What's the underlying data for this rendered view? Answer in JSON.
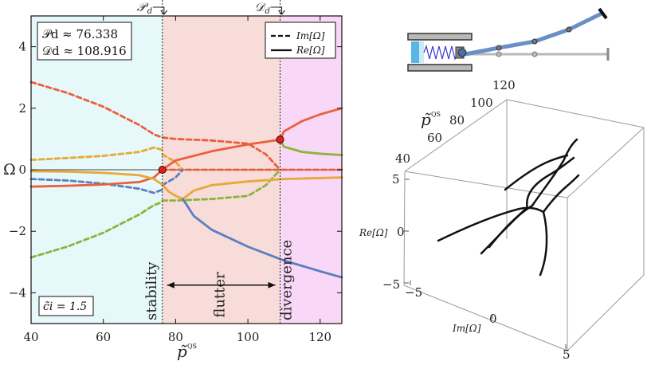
{
  "chart_data": [
    {
      "type": "line",
      "xlabel": "p̃",
      "xlabel_sup": "QS",
      "ylabel": "Ω",
      "xlim": [
        40,
        126
      ],
      "ylim": [
        -5,
        5
      ],
      "xticks": [
        40,
        60,
        80,
        100,
        120
      ],
      "yticks": [
        -4,
        -2,
        0,
        2,
        4
      ],
      "regions": [
        {
          "name": "stability",
          "x": [
            40,
            76.338
          ],
          "color": "#e6f8fa"
        },
        {
          "name": "flutter",
          "x": [
            76.338,
            108.916
          ],
          "color": "#f8dcd9"
        },
        {
          "name": "divergence",
          "x": [
            108.916,
            126
          ],
          "color": "#f8d8f6"
        }
      ],
      "thresholds": [
        {
          "label": "𝒫",
          "sub": "d",
          "x": 76.338
        },
        {
          "label": "𝒟",
          "sub": "d",
          "x": 108.916
        }
      ],
      "info_box": [
        "𝒫d ≈ 76.338",
        "𝒟d ≈ 108.916"
      ],
      "legend": [
        {
          "label": "Im[Ω]",
          "style": "dashed"
        },
        {
          "label": "Re[Ω]",
          "style": "solid"
        }
      ],
      "legend_position": "top-right",
      "param_label": "c̃i = 1.5",
      "flutter_arrow": {
        "x": [
          76.338,
          108.916
        ],
        "y": -3.75
      },
      "points": [
        {
          "x": 76.338,
          "y": 0,
          "color": "#e02020"
        },
        {
          "x": 108.916,
          "y": 0.98,
          "color": "#e02020"
        }
      ],
      "series": [
        {
          "style": "dashed",
          "color": "#e8603c",
          "x": [
            40,
            50,
            60,
            70,
            74,
            76.3,
            80,
            90,
            100,
            105,
            108.9
          ],
          "y": [
            2.85,
            2.5,
            2.05,
            1.45,
            1.15,
            1.05,
            1.0,
            0.95,
            0.85,
            0.5,
            0
          ]
        },
        {
          "style": "dashed",
          "color": "#e8603c",
          "x": [
            76.3,
            126
          ],
          "y": [
            0,
            0
          ]
        },
        {
          "style": "dashed",
          "color": "#e8a838",
          "x": [
            40,
            50,
            60,
            70,
            74,
            76.3
          ],
          "y": [
            0.32,
            0.38,
            0.45,
            0.58,
            0.72,
            0.65
          ]
        },
        {
          "style": "dashed",
          "color": "#e8a838",
          "x": [
            76.3,
            80,
            82
          ],
          "y": [
            0.5,
            0.25,
            0
          ]
        },
        {
          "style": "dashed",
          "color": "#5a7fbf",
          "x": [
            40,
            50,
            60,
            70,
            74,
            76.3
          ],
          "y": [
            -0.3,
            -0.35,
            -0.45,
            -0.62,
            -0.75,
            -0.65
          ]
        },
        {
          "style": "dashed",
          "color": "#5a7fbf",
          "x": [
            76.3,
            80,
            82
          ],
          "y": [
            -0.5,
            -0.25,
            0
          ]
        },
        {
          "style": "dashed",
          "color": "#8cb43a",
          "x": [
            40,
            50,
            60,
            70,
            74,
            76.3
          ],
          "y": [
            -2.85,
            -2.5,
            -2.05,
            -1.45,
            -1.15,
            -1.05
          ]
        },
        {
          "style": "dashed",
          "color": "#8cb43a",
          "x": [
            76.3,
            80,
            90,
            100,
            105,
            108.9
          ],
          "y": [
            -1.0,
            -1.0,
            -0.95,
            -0.85,
            -0.5,
            0
          ]
        },
        {
          "style": "solid",
          "color": "#e8603c",
          "x": [
            40,
            50,
            60,
            70,
            74,
            76.3
          ],
          "y": [
            -0.55,
            -0.52,
            -0.48,
            -0.4,
            -0.25,
            0
          ]
        },
        {
          "style": "solid",
          "color": "#e8603c",
          "x": [
            76.3,
            80,
            90,
            100,
            108.9
          ],
          "y": [
            0,
            0.3,
            0.6,
            0.82,
            0.98
          ]
        },
        {
          "style": "solid",
          "color": "#e8603c",
          "x": [
            108.9,
            110,
            115,
            120,
            126
          ],
          "y": [
            0.98,
            1.25,
            1.58,
            1.8,
            2.0
          ]
        },
        {
          "style": "solid",
          "color": "#8cb43a",
          "x": [
            108.9,
            110,
            115,
            120,
            126
          ],
          "y": [
            0.98,
            0.75,
            0.58,
            0.52,
            0.48
          ]
        },
        {
          "style": "solid",
          "color": "#e8a838",
          "x": [
            40,
            50,
            60,
            70,
            74,
            76.3
          ],
          "y": [
            -0.05,
            -0.06,
            -0.1,
            -0.18,
            -0.3,
            -0.48
          ]
        },
        {
          "style": "solid",
          "color": "#e8a838",
          "x": [
            76.3,
            78,
            80,
            82
          ],
          "y": [
            -0.48,
            -0.7,
            -0.85,
            -0.95
          ]
        },
        {
          "style": "solid",
          "color": "#e8a838",
          "x": [
            82,
            85,
            90,
            100,
            110,
            126
          ],
          "y": [
            -0.95,
            -0.68,
            -0.5,
            -0.38,
            -0.3,
            -0.25
          ]
        },
        {
          "style": "solid",
          "color": "#5a7fbf",
          "x": [
            82,
            85,
            90,
            100,
            110,
            120,
            126
          ],
          "y": [
            -0.95,
            -1.5,
            -1.95,
            -2.5,
            -2.95,
            -3.3,
            -3.5
          ]
        }
      ]
    },
    {
      "type": "line",
      "title": "3d-projection",
      "labels": {
        "p_axis": "p̃",
        "p_sup": "QS",
        "re_axis": "Re[Ω]",
        "im_axis": "Im[Ω]"
      },
      "p_ticks": [
        40,
        60,
        80,
        100,
        120
      ],
      "re_ticks": [
        5,
        0,
        -5
      ],
      "im_ticks": [
        -5,
        0,
        5
      ]
    }
  ],
  "diagram": {
    "pivot_color": "#4a6fa5",
    "rod_color": "#6a8fc5"
  }
}
